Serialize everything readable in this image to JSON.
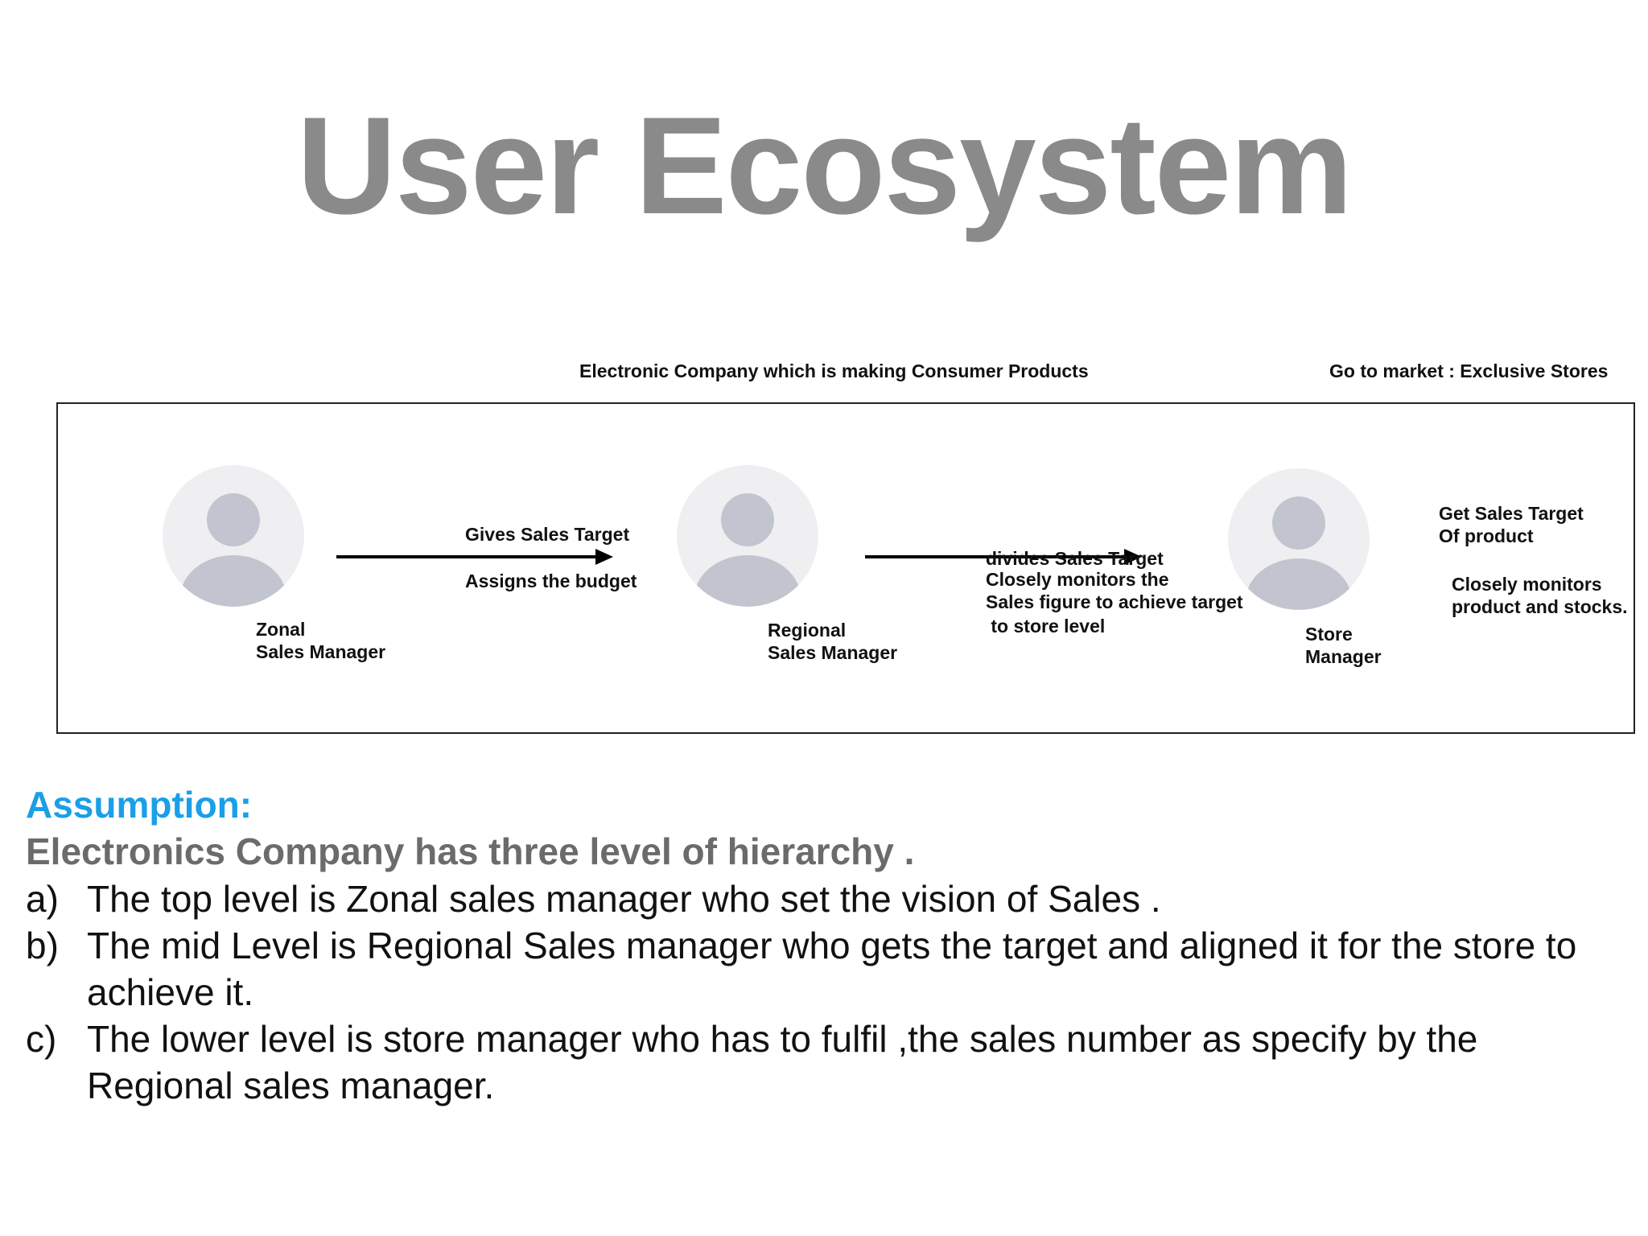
{
  "slide": {
    "title": "User Ecosystem",
    "caption_company": "Electronic Company which is making Consumer Products",
    "caption_market": "Go to market : Exclusive Stores"
  },
  "diagram": {
    "nodes": [
      {
        "icon": "user-avatar-icon",
        "label_line1": "Zonal",
        "label_line2": "Sales Manager"
      },
      {
        "icon": "user-avatar-icon",
        "label_line1": "Regional",
        "label_line2": "Sales Manager"
      },
      {
        "icon": "user-avatar-icon",
        "label_line1": "Store",
        "label_line2": "Manager"
      }
    ],
    "edges": [
      {
        "from": "Zonal Sales Manager",
        "to": "Regional Sales Manager",
        "label_top": "Gives Sales Target",
        "label_bottom": "Assigns the budget"
      },
      {
        "from": "Regional Sales Manager",
        "to": "Store Manager",
        "label_top_line1": "divides Sales Target",
        "label_top_line2": " to store level",
        "label_bottom_line1": "Closely monitors the",
        "label_bottom_line2": "Sales figure to achieve target"
      }
    ],
    "store_notes": {
      "line1": "Get Sales Target",
      "line2": "Of product",
      "line3": "Closely monitors",
      "line4": "product and stocks."
    }
  },
  "assumption": {
    "heading": "Assumption:",
    "intro": "Electronics Company has three level of hierarchy .",
    "points": [
      {
        "marker": "a)",
        "text": "The top level is Zonal sales manager who set the vision of Sales ."
      },
      {
        "marker": "b)",
        "text": "The mid Level is Regional Sales manager who gets the target and aligned it for the store to achieve it."
      },
      {
        "marker": "c)",
        "text": "The lower level is store manager who has to fulfil ,the sales number as specify by the Regional sales manager."
      }
    ]
  },
  "colors": {
    "title": "#8a8a8a",
    "assumption_heading": "#1a9fe8",
    "intro": "#6b6b6b",
    "avatar_bg": "#efeff1",
    "avatar_fg": "#c2c4d0"
  }
}
